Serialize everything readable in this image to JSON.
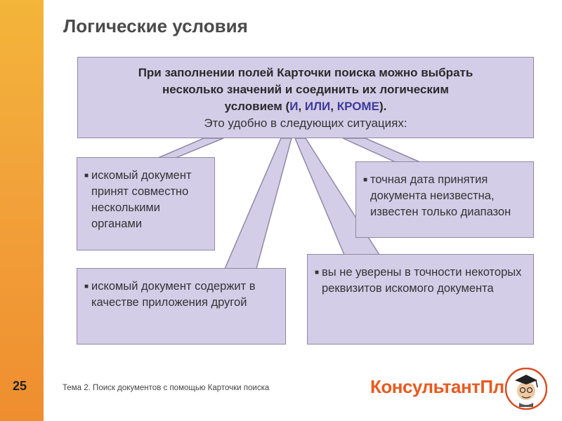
{
  "slide": {
    "title": "Логические условия",
    "number": "25",
    "topic": "Тема 2. Поиск документов с помощью Карточки поиска",
    "brand": "КонсультантПлюс"
  },
  "main": {
    "line1": "При заполнении полей Карточки поиска можно выбрать",
    "line2": "несколько значений и соединить их логическим",
    "line3_pre": "условием (",
    "kw_and": "И",
    "sep1": ", ",
    "kw_or": "ИЛИ",
    "sep2": ", ",
    "kw_except": "КРОМЕ",
    "line3_post": ").",
    "line4": "Это удобно в следующих ситуациях:"
  },
  "callouts": [
    {
      "text": "искомый документ принят совместно несколькими органами"
    },
    {
      "text": "точная дата принятия документа неизвестна, известен только диапазон"
    },
    {
      "text": "искомый документ содержит в качестве приложения другой"
    },
    {
      "text": "вы не уверены в точности некоторых реквизитов искомого документа"
    }
  ],
  "colors": {
    "box_fill": "#d4cde8",
    "box_border": "#8e8aa3",
    "band": "#f2a23a",
    "brand": "#e85a20"
  }
}
